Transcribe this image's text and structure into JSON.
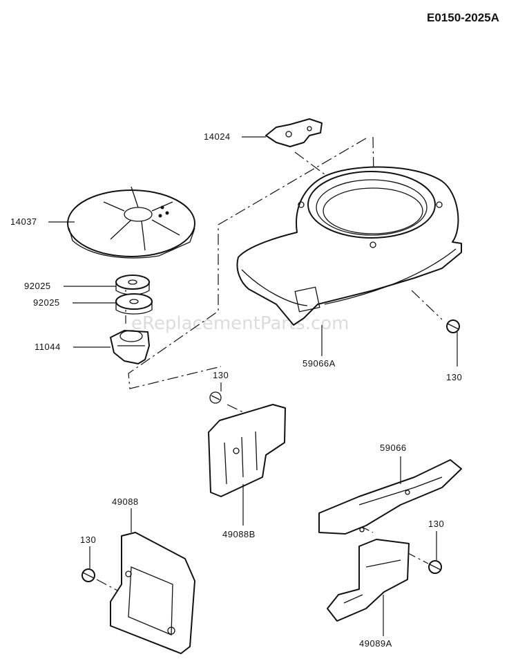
{
  "diagram": {
    "code": "E0150-2025A",
    "watermark": "eReplacementParts.com",
    "parts": [
      {
        "id": "p-14024",
        "label": "14024"
      },
      {
        "id": "p-14037",
        "label": "14037"
      },
      {
        "id": "p-92025a",
        "label": "92025"
      },
      {
        "id": "p-92025b",
        "label": "92025"
      },
      {
        "id": "p-11044",
        "label": "11044"
      },
      {
        "id": "p-59066a",
        "label": "59066A"
      },
      {
        "id": "p-130a",
        "label": "130"
      },
      {
        "id": "p-130b",
        "label": "130"
      },
      {
        "id": "p-490888",
        "label": "49088B"
      },
      {
        "id": "p-59066",
        "label": "59066"
      },
      {
        "id": "p-130c",
        "label": "130"
      },
      {
        "id": "p-49088",
        "label": "49088"
      },
      {
        "id": "p-130d",
        "label": "130"
      },
      {
        "id": "p-49089a",
        "label": "49089A"
      }
    ]
  }
}
